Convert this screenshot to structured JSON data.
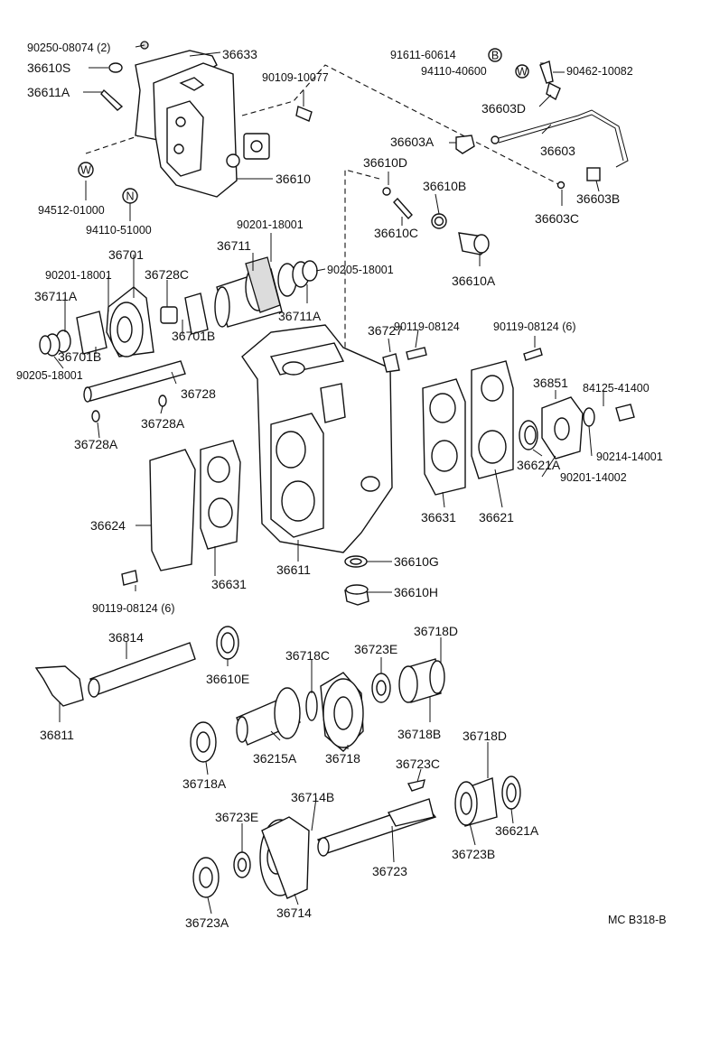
{
  "diagram_code": "MC B318-B",
  "labels": {
    "l36633": "36633",
    "l90250": "90250-08074 (2)",
    "l36610S": "36610S",
    "l36611A": "36611A",
    "l90109": "90109-10077",
    "l36610": "36610",
    "l94512": "94512-01000",
    "l94110_51": "94110-51000",
    "l91611": "91611-60614",
    "l94110_40": "94110-40600",
    "l90462": "90462-10082",
    "l36603D": "36603D",
    "l36603A": "36603A",
    "l36603": "36603",
    "l36610D": "36610D",
    "l36610B": "36610B",
    "l36610C": "36610C",
    "l36603B": "36603B",
    "l36603C": "36603C",
    "l36610A": "36610A",
    "l90201_a": "90201-18001",
    "l36711": "36711",
    "l90205_a": "90205-18001",
    "l36701": "36701",
    "l90201_b": "90201-18001",
    "l36728C": "36728C",
    "l36711A_a": "36711A",
    "l36711A_b": "36711A",
    "l36701B_a": "36701B",
    "l36701B_b": "36701B",
    "l90205_b": "90205-18001",
    "l36728": "36728",
    "l36728A_a": "36728A",
    "l36728A_b": "36728A",
    "l36727": "36727",
    "l90119_a": "90119-08124",
    "l90119_b": "90119-08124 (6)",
    "l36851": "36851",
    "l84125": "84125-41400",
    "l36621A_a": "36621A",
    "l90214": "90214-14001",
    "l90201_c": "90201-14002",
    "l36631_a": "36631",
    "l36621": "36621",
    "l36624": "36624",
    "l36631_b": "36631",
    "l36611": "36611",
    "l36610G": "36610G",
    "l36610H": "36610H",
    "l90119_c": "90119-08124 (6)",
    "l36814": "36814",
    "l36610E": "36610E",
    "l36718C": "36718C",
    "l36723E_a": "36723E",
    "l36718D_a": "36718D",
    "l36811": "36811",
    "l36718B": "36718B",
    "l36215A": "36215A",
    "l36718": "36718",
    "l36718A": "36718A",
    "l36718D_b": "36718D",
    "l36723C": "36723C",
    "l36714B": "36714B",
    "l36723E_b": "36723E",
    "l36621A_b": "36621A",
    "l36723B": "36723B",
    "l36723": "36723",
    "l36714": "36714",
    "l36723A": "36723A"
  },
  "markers": {
    "B": "B",
    "W1": "W",
    "W2": "W",
    "N": "N"
  }
}
